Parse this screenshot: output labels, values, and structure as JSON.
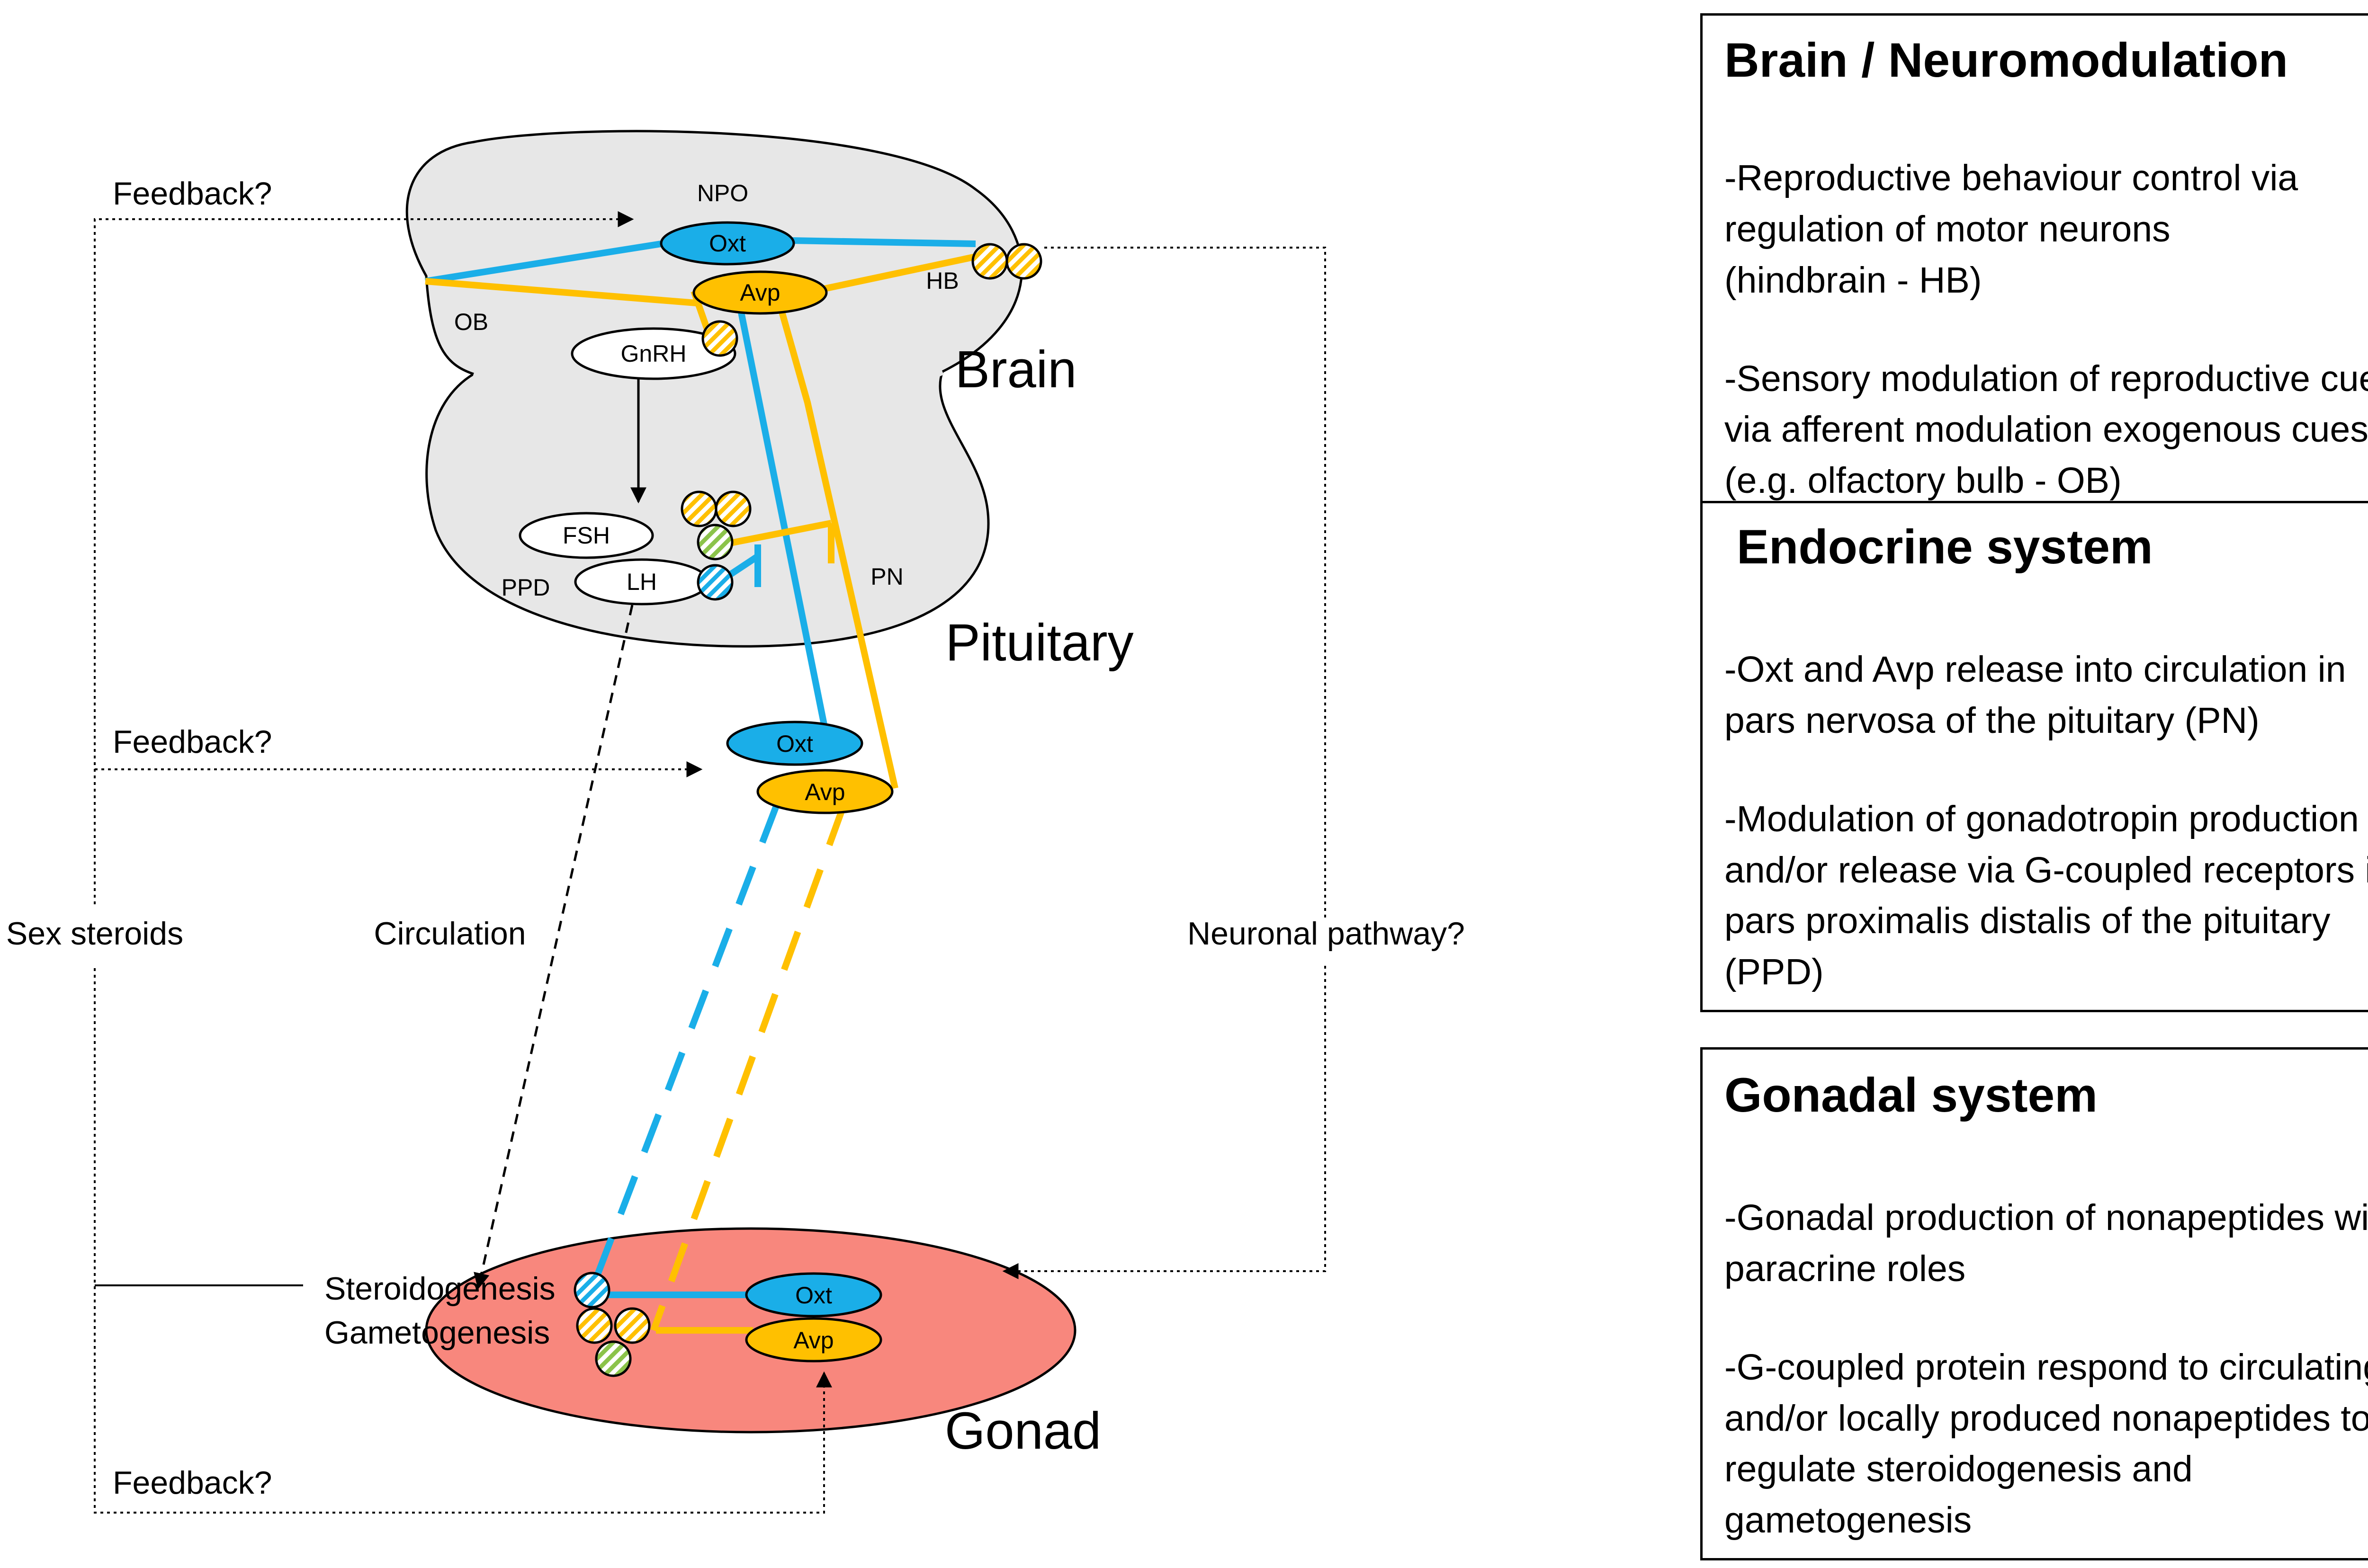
{
  "colors": {
    "oxt": "#1aaee8",
    "avp": "#ffc000",
    "tissue": "#e7e7e7",
    "gonad": "#f8877d",
    "receptor_green": "#8bc34a"
  },
  "diagram": {
    "brain": {
      "title": "Brain",
      "npo": "NPO",
      "ob": "OB",
      "hb": "HB",
      "gnrh": "GnRH",
      "oxt": "Oxt",
      "avp": "Avp"
    },
    "pituitary": {
      "title": "Pituitary",
      "fsh": "FSH",
      "lh": "LH",
      "ppd": "PPD",
      "pn": "PN"
    },
    "release": {
      "oxt": "Oxt",
      "avp": "Avp"
    },
    "gonad": {
      "title": "Gonad",
      "oxt": "Oxt",
      "avp": "Avp",
      "steroidogenesis": "Steroidogenesis",
      "gametogenesis": "Gametogenesis"
    },
    "labels": {
      "feedback_top": "Feedback?",
      "feedback_middle": "Feedback?",
      "feedback_bottom": "Feedback?",
      "sex_steroids": "Sex steroids",
      "circulation": "Circulation",
      "neuronal_pathway": "Neuronal pathway?"
    }
  },
  "panels": {
    "brain": {
      "title": "Brain / Neuromodulation",
      "para1": "-Reproductive behaviour control via\nregulation of motor neurons\n(hindbrain - HB)",
      "para2": "-Sensory modulation of reproductive cues\nvia afferent modulation exogenous cues\n(e.g. olfactory bulb - OB)"
    },
    "endocrine": {
      "title": "Endocrine system",
      "para1": "-Oxt and Avp release into circulation in\n pars nervosa of the pituitary (PN)",
      "para2": "-Modulation of gonadotropin production\nand/or release via G-coupled receptors in\npars proximalis distalis of the pituitary\n(PPD)"
    },
    "gonadal": {
      "title": "Gonadal system",
      "para1": "-Gonadal production of nonapeptides with\nparacrine roles",
      "para2": "-G-coupled protein respond to circulating\nand/or locally produced nonapeptides to\nregulate steroidogenesis and\ngametogenesis"
    }
  }
}
